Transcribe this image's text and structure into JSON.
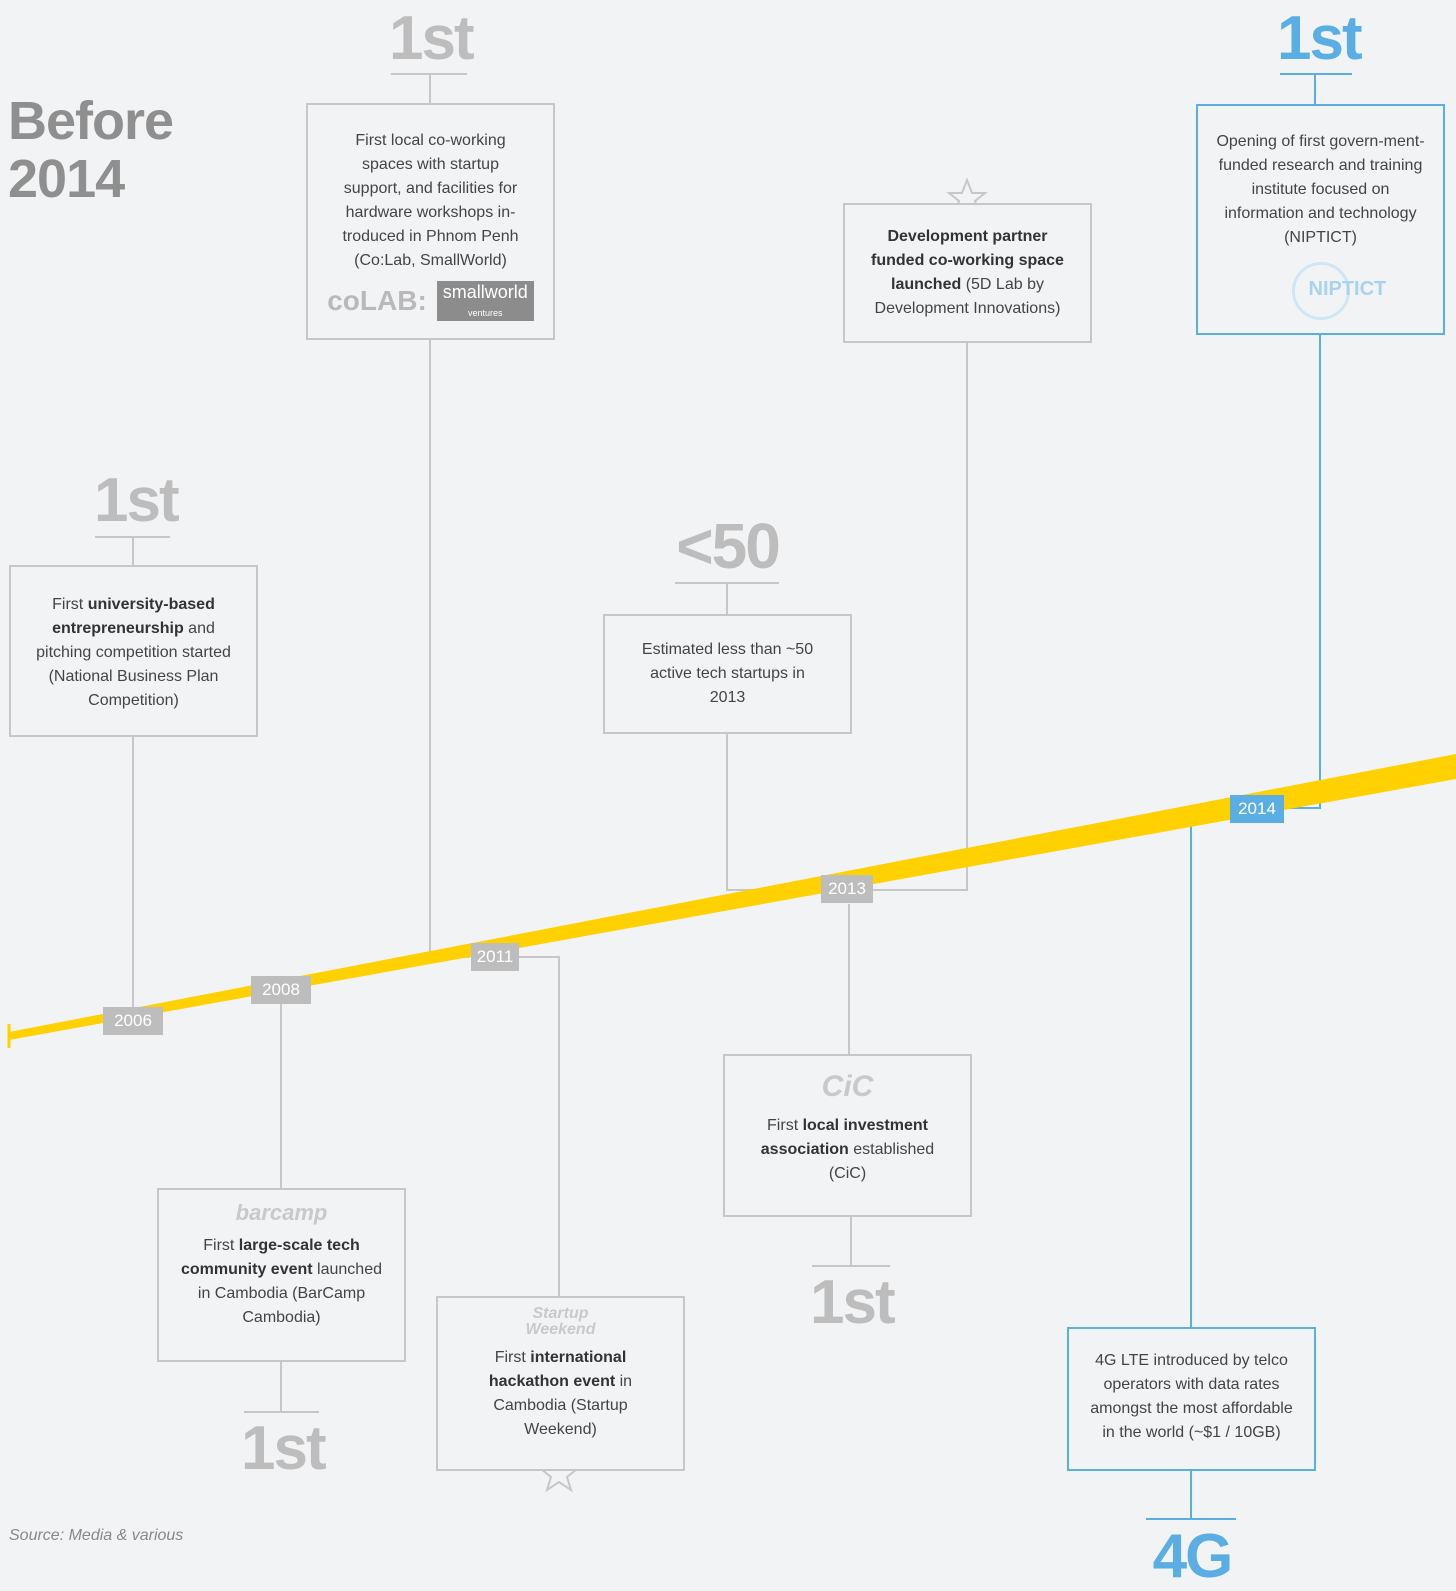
{
  "title": {
    "line1": "Before",
    "line2": "2014"
  },
  "source": "Source: Media & various",
  "colors": {
    "timeline": "#ffd100",
    "grey": "#bdbdbd",
    "blue": "#5aaee3",
    "box_border": "#c7c7c7"
  },
  "years": {
    "y2006": "2006",
    "y2008": "2008",
    "y2011": "2011",
    "y2013": "2013",
    "y2014": "2014"
  },
  "events": {
    "university": {
      "big": "1st",
      "p1": "First ",
      "b1": "university-based entrepreneurship",
      "p2": " and pitching competition started (National Business Plan Competition)"
    },
    "barcamp": {
      "big": "1st",
      "logo": "barcamp",
      "p1": "First ",
      "b1": "large-scale tech community event",
      "p2": " launched in Cambodia (BarCamp Cambodia)"
    },
    "coworking": {
      "big": "1st",
      "text": "First local co-working spaces with startup support, and facilities for hardware workshops in-troduced in Phnom Penh (Co:Lab, SmallWorld)",
      "logo1": "coLAB:",
      "logo2": "smallworld",
      "logo2_sub": "ventures"
    },
    "hackathon": {
      "logo_line1": "Startup",
      "logo_line2": "Weekend",
      "p1": "First ",
      "b1": "international hackathon event",
      "p2": " in Cambodia (Startup Weekend)"
    },
    "startups": {
      "big": "<50",
      "text": "Estimated less than ~50 active tech startups in 2013"
    },
    "devpartner": {
      "b1": "Development partner funded co-working space launched",
      "p2": " (5D Lab by Development Innovations)"
    },
    "cic": {
      "big": "1st",
      "logo": "CiC",
      "p1": "First ",
      "b1": "local investment association",
      "p2": " established (CiC)"
    },
    "niptict": {
      "big": "1st",
      "text": "Opening of first govern-ment-funded research and training institute focused on information and technology (NIPTICT)",
      "logo": "NIPTICT"
    },
    "lte": {
      "big": "4G",
      "text": "4G LTE introduced by telco operators with data rates amongst the most affordable in the world (~$1 / 10GB)"
    }
  }
}
